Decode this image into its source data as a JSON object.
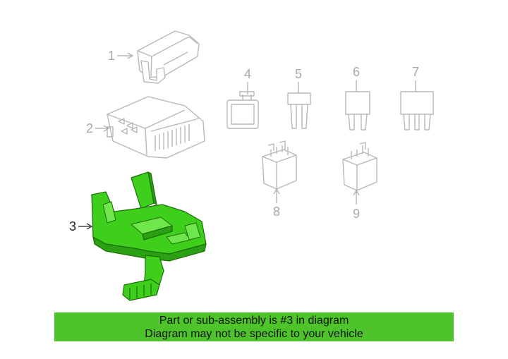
{
  "callouts": {
    "c1": "1",
    "c2": "2",
    "c3": "3",
    "c4": "4",
    "c5": "5",
    "c6": "6",
    "c7": "7",
    "c8": "8",
    "c9": "9"
  },
  "highlight_part": "3",
  "colors": {
    "highlight_green": "#3ecf1c",
    "banner_green": "#4dc42a",
    "outline_gray": "#b8b8b8"
  },
  "banner": {
    "line1": "Part or sub-assembly is #3 in diagram",
    "line2": "Diagram may not be specific to your vehicle"
  }
}
